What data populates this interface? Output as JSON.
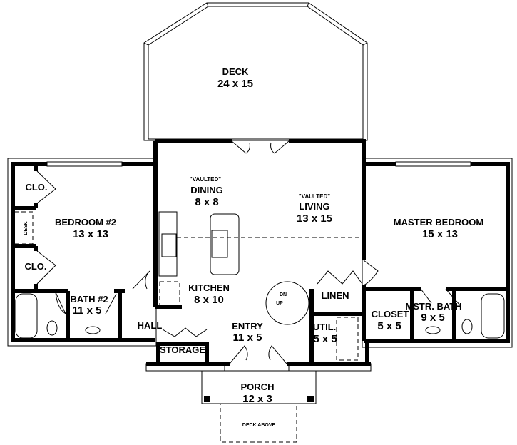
{
  "rooms": {
    "deck": {
      "name": "DECK",
      "size": "24 x 15"
    },
    "dining": {
      "note": "\"VAULTED\"",
      "name": "DINING",
      "size": "8 x 8"
    },
    "living": {
      "note": "\"VAULTED\"",
      "name": "LIVING",
      "size": "13 x 15"
    },
    "bedroom2": {
      "name": "BEDROOM #2",
      "size": "13 x 13"
    },
    "closet_upper": {
      "name": "CLO."
    },
    "closet_lower": {
      "name": "CLO."
    },
    "desk": {
      "name": "DESK"
    },
    "bath2": {
      "name": "BATH #2",
      "size": "11 x 5"
    },
    "hall": {
      "name": "HALL"
    },
    "storage": {
      "name": "STORAGE"
    },
    "kitchen": {
      "name": "KITCHEN",
      "size": "8 x 10"
    },
    "entry": {
      "name": "ENTRY",
      "size": "11 x 5"
    },
    "master_bedroom": {
      "name": "MASTER BEDROOM",
      "size": "15 x 13"
    },
    "linen": {
      "name": "LINEN"
    },
    "util": {
      "name": "UTIL.",
      "size": "5 x 5"
    },
    "closet": {
      "name": "CLOSET",
      "size": "5 x 5"
    },
    "master_bath": {
      "name": "MSTR. BATH",
      "size": "9 x 5"
    },
    "porch": {
      "name": "PORCH",
      "size": "12 x 3"
    },
    "deck_above": {
      "name": "DECK ABOVE"
    }
  },
  "stairs": {
    "down": "DN",
    "up": "UP"
  }
}
